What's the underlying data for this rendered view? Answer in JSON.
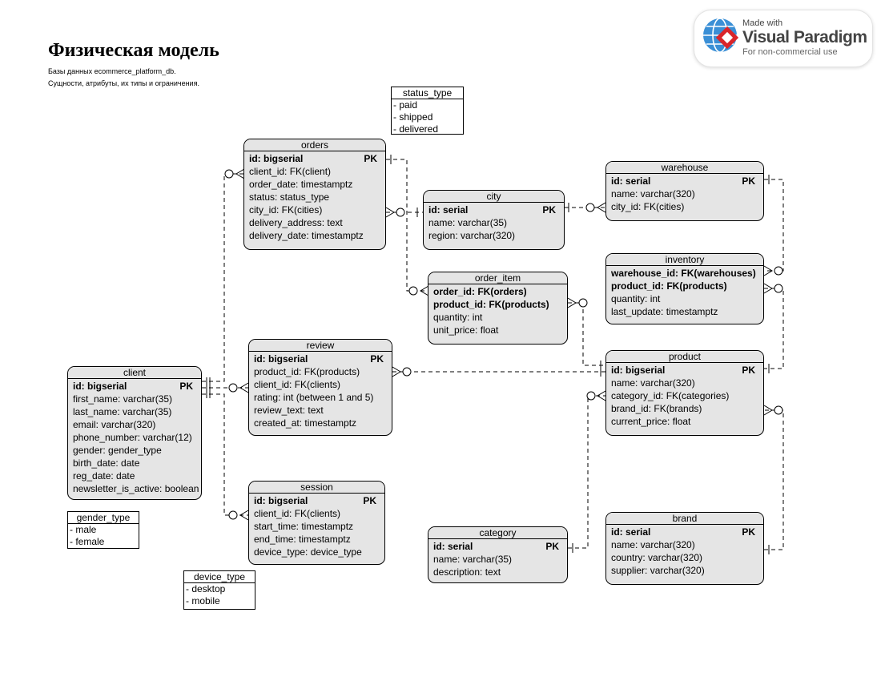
{
  "header": {
    "title": "Физическая модель",
    "subtitle_1": "Базы данных ecommerce_platform_db.",
    "subtitle_2": "Сущности, атрибуты, их типы и ограничения."
  },
  "logo": {
    "small": "Made with",
    "name": "Visual Paradigm",
    "note": "For non-commercial use"
  },
  "entities": {
    "orders": {
      "name": "orders",
      "rows": [
        {
          "text": "id: bigserial",
          "pk": "PK",
          "bold": true
        },
        {
          "text": "client_id: FK(client)"
        },
        {
          "text": "order_date: timestamptz"
        },
        {
          "text": "status: status_type"
        },
        {
          "text": "city_id: FK(cities)"
        },
        {
          "text": "delivery_address: text"
        },
        {
          "text": "delivery_date: timestamptz"
        }
      ]
    },
    "city": {
      "name": "city",
      "rows": [
        {
          "text": "id: serial",
          "pk": "PK",
          "bold": true
        },
        {
          "text": "name: varchar(35)"
        },
        {
          "text": "region: varchar(320)"
        }
      ]
    },
    "warehouse": {
      "name": "warehouse",
      "rows": [
        {
          "text": "id: serial",
          "pk": "PK",
          "bold": true
        },
        {
          "text": "name: varchar(320)"
        },
        {
          "text": "city_id: FK(cities)"
        }
      ]
    },
    "order_item": {
      "name": "order_item",
      "rows": [
        {
          "text": "order_id: FK(orders)",
          "bold": true
        },
        {
          "text": "product_id: FK(products)",
          "bold": true
        },
        {
          "text": "quantity: int"
        },
        {
          "text": "unit_price: float"
        }
      ]
    },
    "inventory": {
      "name": "inventory",
      "rows": [
        {
          "text": "warehouse_id: FK(warehouses)",
          "bold": true
        },
        {
          "text": "product_id: FK(products)",
          "bold": true
        },
        {
          "text": "quantity: int"
        },
        {
          "text": "last_update: timestamptz"
        }
      ]
    },
    "review": {
      "name": "review",
      "rows": [
        {
          "text": "id: bigserial",
          "pk": "PK",
          "bold": true
        },
        {
          "text": "product_id: FK(products)"
        },
        {
          "text": "client_id: FK(clients)"
        },
        {
          "text": "rating: int (between 1 and 5)"
        },
        {
          "text": "review_text: text"
        },
        {
          "text": "created_at: timestamptz"
        }
      ]
    },
    "product": {
      "name": "product",
      "rows": [
        {
          "text": "id: bigserial",
          "pk": "PK",
          "bold": true
        },
        {
          "text": "name: varchar(320)"
        },
        {
          "text": "category_id: FK(categories)"
        },
        {
          "text": "brand_id: FK(brands)"
        },
        {
          "text": "current_price: float"
        }
      ]
    },
    "client": {
      "name": "client",
      "rows": [
        {
          "text": "id: bigserial",
          "pk": "PK",
          "bold": true
        },
        {
          "text": "first_name: varchar(35)"
        },
        {
          "text": "last_name: varchar(35)"
        },
        {
          "text": "email: varchar(320)"
        },
        {
          "text": "phone_number: varchar(12)"
        },
        {
          "text": "gender: gender_type"
        },
        {
          "text": "birth_date: date"
        },
        {
          "text": "reg_date: date"
        },
        {
          "text": "newsletter_is_active: boolean"
        }
      ]
    },
    "session": {
      "name": "session",
      "rows": [
        {
          "text": "id: bigserial",
          "pk": "PK",
          "bold": true
        },
        {
          "text": "client_id: FK(clients)"
        },
        {
          "text": "start_time: timestamptz"
        },
        {
          "text": "end_time: timestamptz"
        },
        {
          "text": "device_type: device_type"
        }
      ]
    },
    "category": {
      "name": "category",
      "rows": [
        {
          "text": "id: serial",
          "pk": "PK",
          "bold": true
        },
        {
          "text": "name: varchar(35)"
        },
        {
          "text": "description: text"
        }
      ]
    },
    "brand": {
      "name": "brand",
      "rows": [
        {
          "text": "id: serial",
          "pk": "PK",
          "bold": true
        },
        {
          "text": "name: varchar(320)"
        },
        {
          "text": "country: varchar(320)"
        },
        {
          "text": "supplier: varchar(320)"
        }
      ]
    }
  },
  "enums": {
    "status_type": {
      "name": "status_type",
      "items": [
        "- paid",
        "- shipped",
        "- delivered"
      ]
    },
    "gender_type": {
      "name": "gender_type",
      "items": [
        "- male",
        "- female"
      ]
    },
    "device_type": {
      "name": "device_type",
      "items": [
        "- desktop",
        "- mobile"
      ]
    }
  }
}
